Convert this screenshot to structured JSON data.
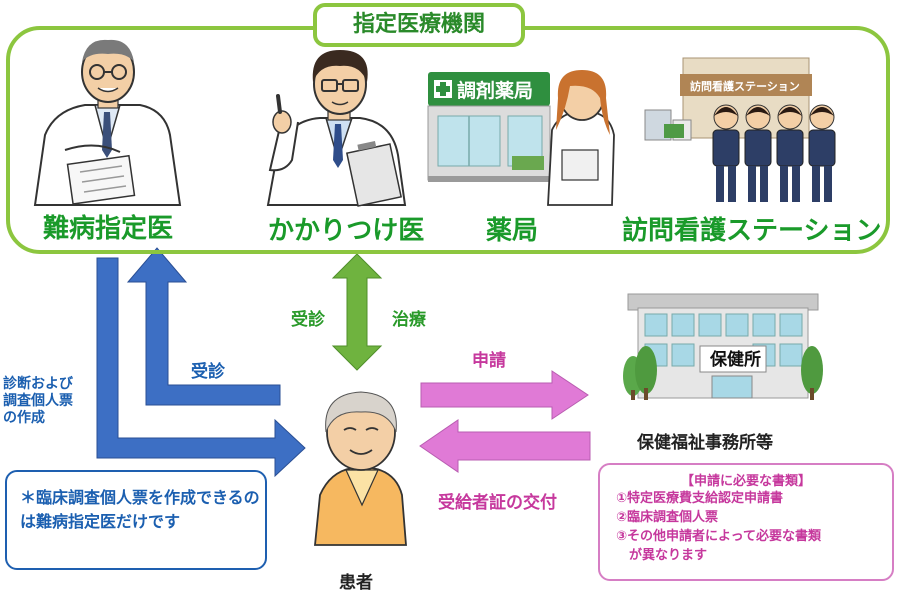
{
  "institutions": {
    "title": "指定医療機関",
    "providers": [
      {
        "label": "難病指定医"
      },
      {
        "label": "かかりつけ医"
      },
      {
        "label": "薬局",
        "sign": "調剤薬局"
      },
      {
        "label": "訪問看護ステーション",
        "sign": "訪問看護ステーション"
      }
    ]
  },
  "flows": {
    "consult_green": "受診",
    "treatment": "治療",
    "consult_blue": "受診",
    "diagnosis": [
      "診断および",
      "調査個人票",
      "の作成"
    ],
    "application": "申請",
    "issuance": "受給者証の交付"
  },
  "note": "＊臨床調査個人票を作成できるのは難病指定医だけです",
  "patient": "患者",
  "office": {
    "sign": "保健所",
    "label": "保健福祉事務所等"
  },
  "documents": {
    "title": "【申請に必要な書類】",
    "items": [
      "①特定医療費支給認定申請書",
      "②臨床調査個人票",
      "③その他申請者によって必要な書類",
      "　が異なります"
    ]
  },
  "colors": {
    "green": "#8cc63f",
    "blue": "#3d6fc4",
    "pink": "#e07ad6"
  }
}
